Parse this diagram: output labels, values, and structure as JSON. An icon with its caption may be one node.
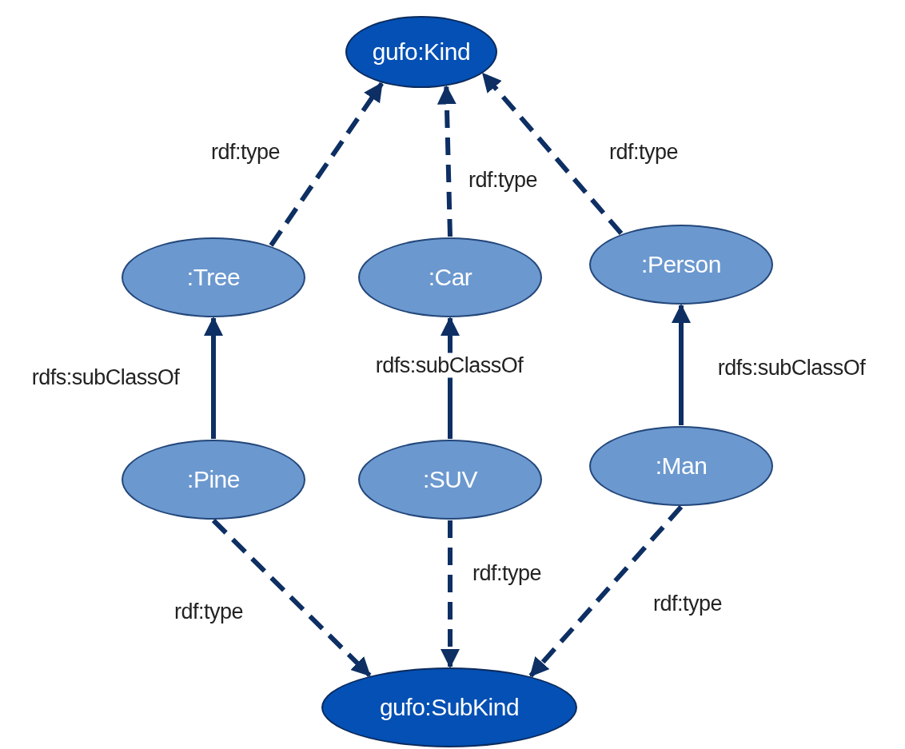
{
  "diagram": {
    "nodes": [
      {
        "text": [
          "gufo:Kind"
        ]
      },
      {
        "text": [
          ":Tree"
        ]
      },
      {
        "text": [
          ":Car"
        ]
      },
      {
        "text": [
          ":Person"
        ]
      },
      {
        "text": [
          ":Pine"
        ]
      },
      {
        "text": [
          ":SUV"
        ]
      },
      {
        "text": [
          ":Man"
        ]
      },
      {
        "text": [
          "gufo:SubKind"
        ]
      }
    ],
    "edges": [
      {
        "from": 1,
        "to": 0,
        "arrow": "to",
        "label": "rdf:type",
        "style": "dashed"
      },
      {
        "from": 2,
        "to": 0,
        "arrow": "to",
        "label": "rdf:type",
        "style": "dashed"
      },
      {
        "from": 3,
        "to": 0,
        "arrow": "to",
        "label": "rdf:type",
        "style": "dashed"
      },
      {
        "from": 4,
        "to": 1,
        "arrow": "to",
        "label": "rdfs:subClassOf"
      },
      {
        "from": 5,
        "to": 2,
        "arrow": "to",
        "label": "rdfs:subClassOf"
      },
      {
        "from": 6,
        "to": 3,
        "arrow": "to",
        "label": "rdfs:subClassOf"
      },
      {
        "from": 4,
        "to": 7,
        "arrow": "to",
        "label": "rdf:type",
        "style": "dashed"
      },
      {
        "from": 5,
        "to": 7,
        "arrow": "to",
        "label": "rdf:type",
        "style": "dashed"
      },
      {
        "from": 6,
        "to": 7,
        "arrow": "to",
        "label": "rdf:type",
        "style": "dashed"
      }
    ]
  }
}
